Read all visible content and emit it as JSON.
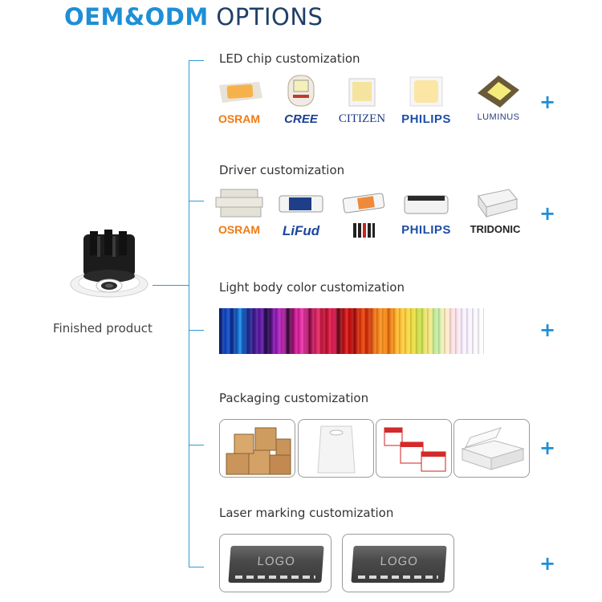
{
  "header": {
    "title_part1": "OEM&ODM",
    "title_part2": "OPTIONS"
  },
  "finished_product": {
    "label": "Finished product"
  },
  "sections": {
    "led_chip": {
      "title": "LED chip customization",
      "brands": [
        "OSRAM",
        "CREE",
        "CITIZEN",
        "PHILIPS",
        "LUMINUS"
      ]
    },
    "driver": {
      "title": "Driver customization",
      "brands": [
        "OSRAM",
        "LiFud",
        "",
        "PHILIPS",
        "TRIDONIC"
      ]
    },
    "body_color": {
      "title": "Light body color customization"
    },
    "packaging": {
      "title": "Packaging customization"
    },
    "laser": {
      "title": "Laser marking customization",
      "logos": [
        "LOGO",
        "LOGO"
      ]
    }
  },
  "plus_symbol": "+",
  "colors": {
    "accent": "#1e8fd6",
    "title_dark": "#1f3f66",
    "connector": "#2f9ad6"
  },
  "icons": [
    "plus-icon",
    "led-chip-icon",
    "driver-box-icon",
    "downlight-icon",
    "cardboard-box-icon",
    "white-bag-icon",
    "red-white-box-icon",
    "white-mailer-box-icon"
  ]
}
